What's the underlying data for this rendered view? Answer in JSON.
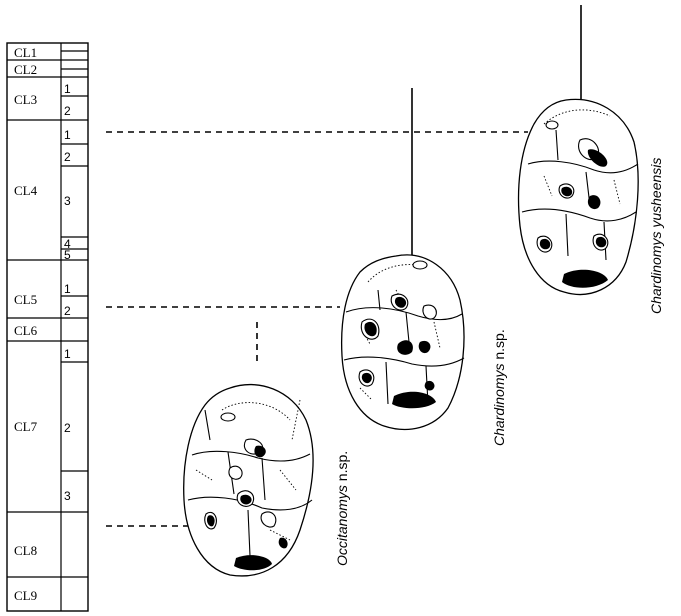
{
  "column": {
    "zones": [
      {
        "label": "CL1",
        "subzones": []
      },
      {
        "label": "CL2",
        "subzones": []
      },
      {
        "label": "CL3",
        "subzones": [
          "1",
          "2"
        ]
      },
      {
        "label": "CL4",
        "subzones": [
          "1",
          "2",
          "3",
          "4",
          "5"
        ]
      },
      {
        "label": "CL5",
        "subzones": [
          "1",
          "2"
        ]
      },
      {
        "label": "CL6",
        "subzones": []
      },
      {
        "label": "CL7",
        "subzones": [
          "1",
          "2",
          "3"
        ]
      },
      {
        "label": "CL8",
        "subzones": []
      },
      {
        "label": "CL9",
        "subzones": []
      }
    ]
  },
  "taxa": [
    {
      "genus": "Occitanomys",
      "qualifier": "n.sp."
    },
    {
      "genus": "Chardinomys",
      "qualifier": "n.sp."
    },
    {
      "genus": "Chardinomys yusheensis",
      "qualifier": ""
    }
  ]
}
